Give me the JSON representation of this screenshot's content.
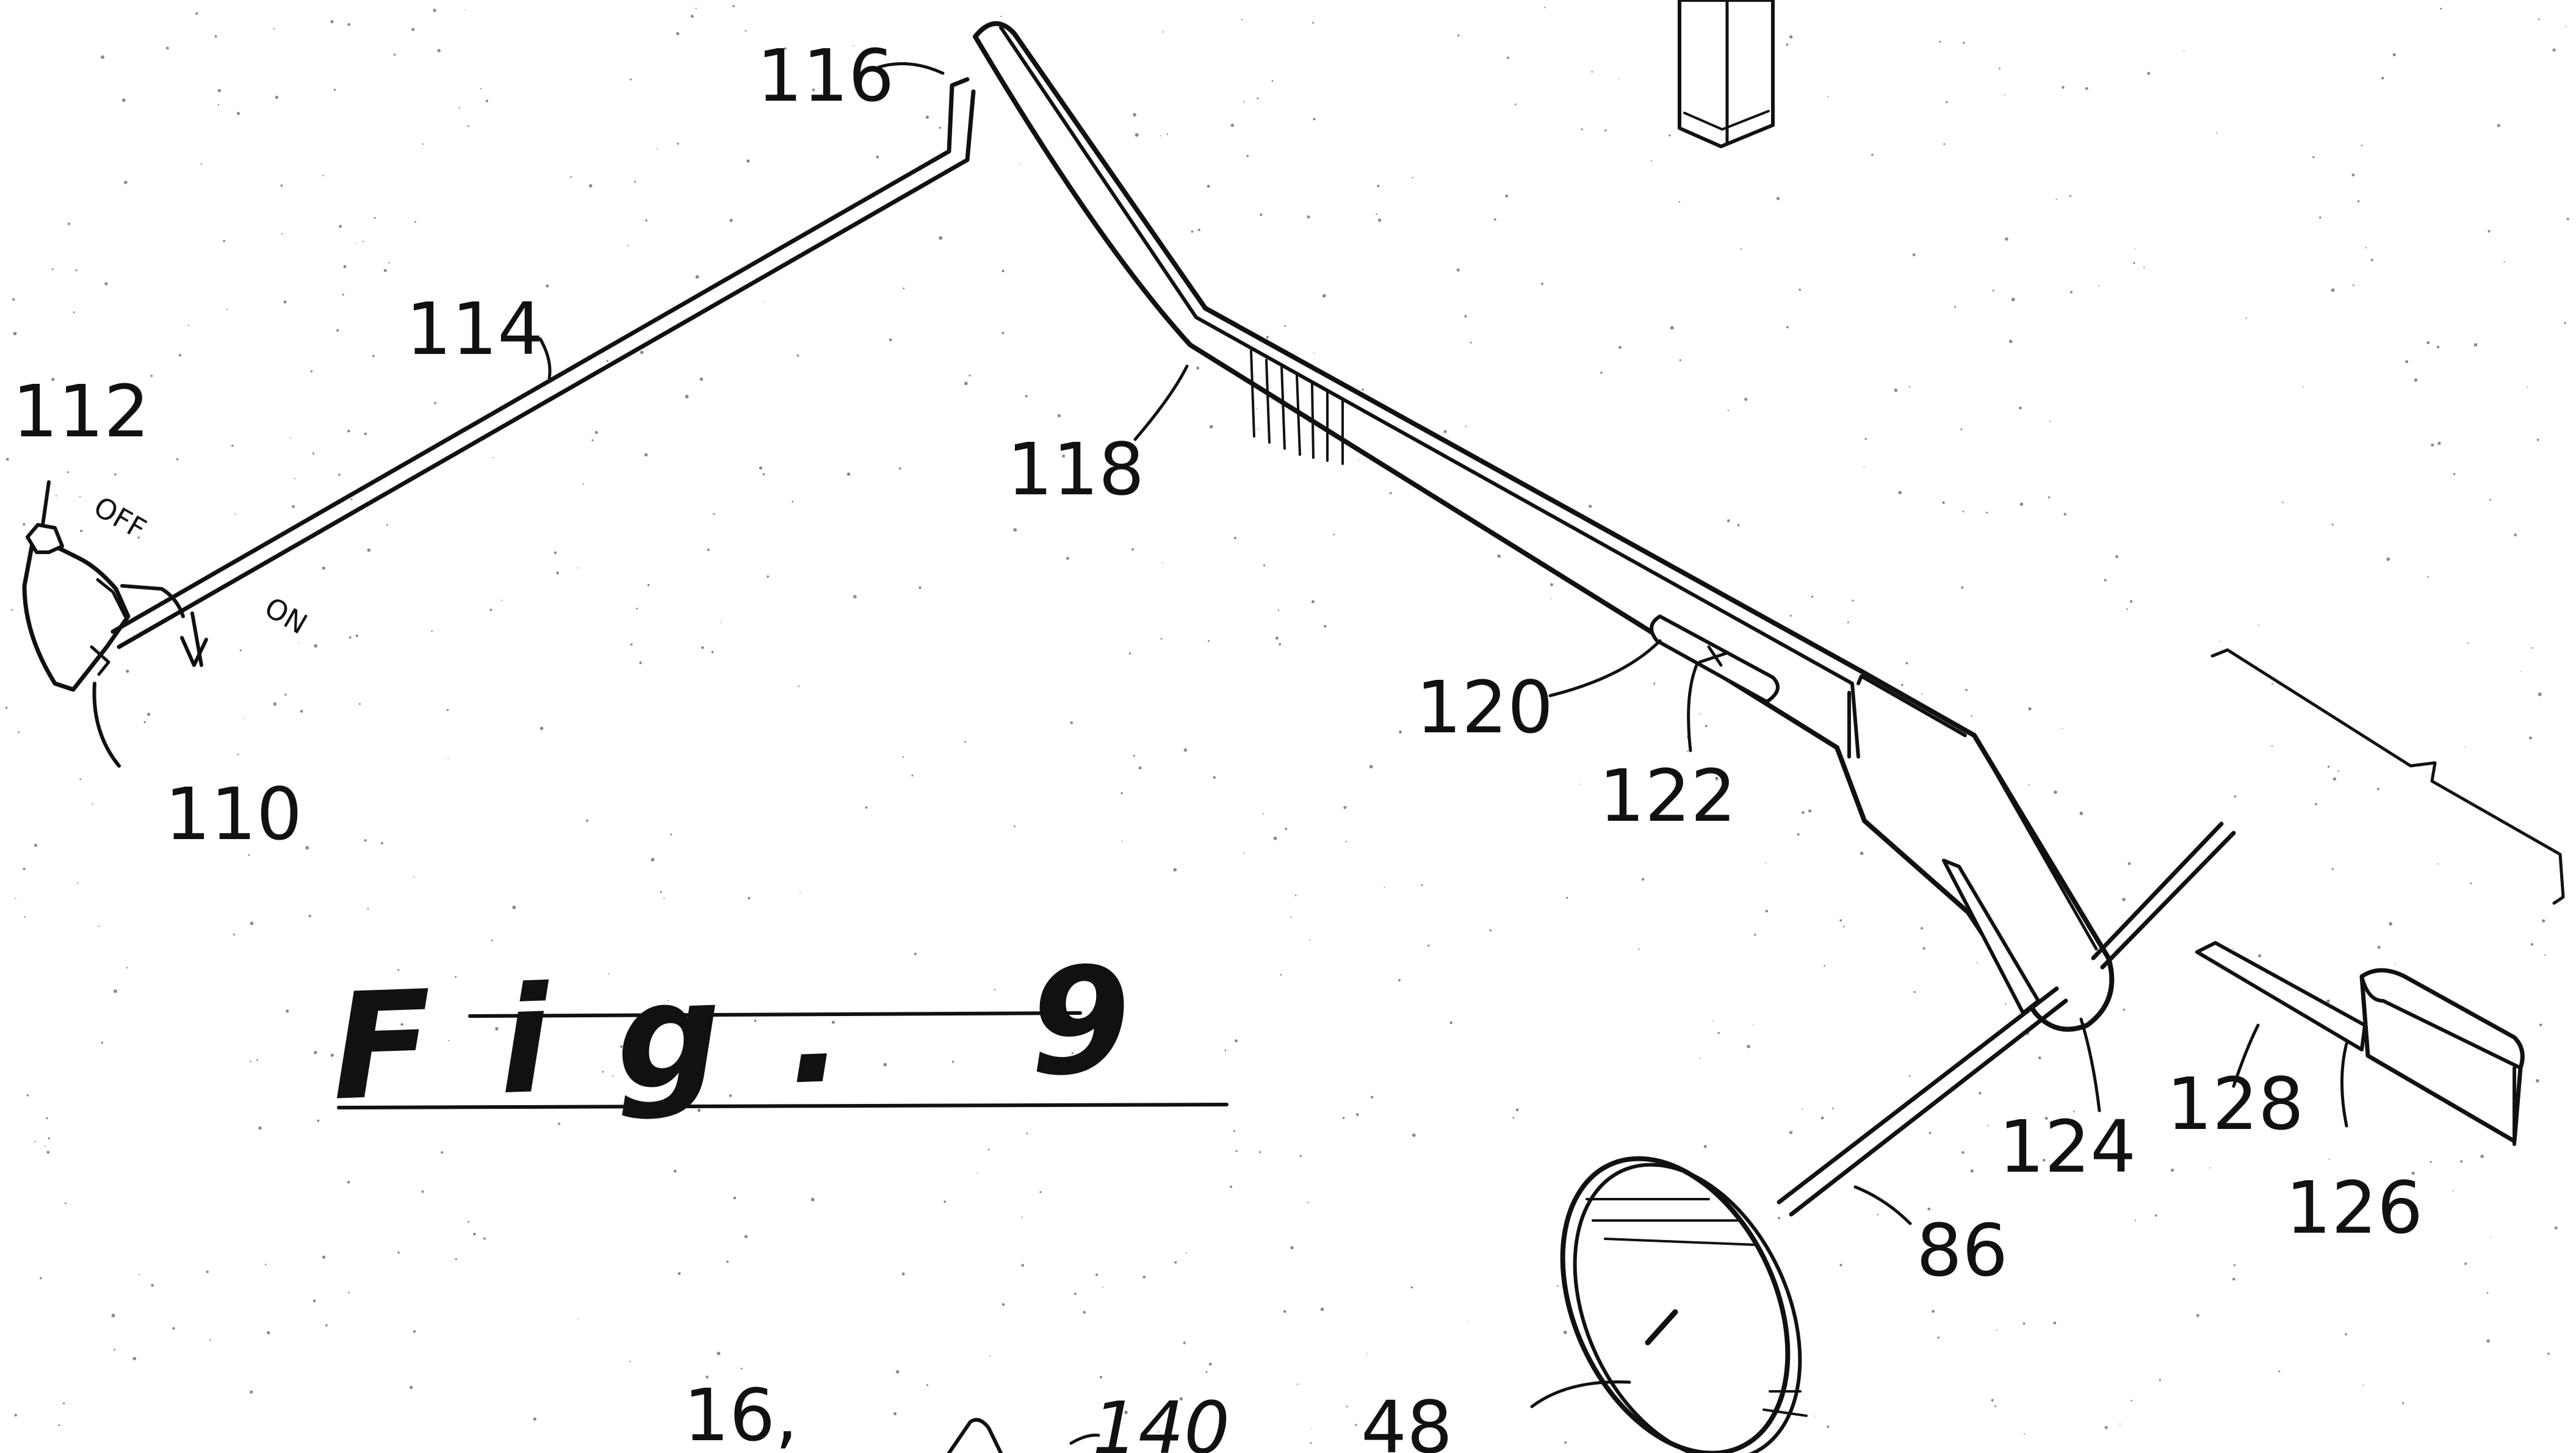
{
  "figure": {
    "caption": "Fig. 9",
    "labels": {
      "l110": "110",
      "l112": "112",
      "l114": "114",
      "l116": "116",
      "l118": "118",
      "l120": "120",
      "l122": "122",
      "l124": "124",
      "l126": "126",
      "l128": "128",
      "l86": "86",
      "l48": "48",
      "l16": "16,",
      "l140": "140"
    },
    "switch_markings": {
      "off": "OFF",
      "on": "ON"
    }
  }
}
